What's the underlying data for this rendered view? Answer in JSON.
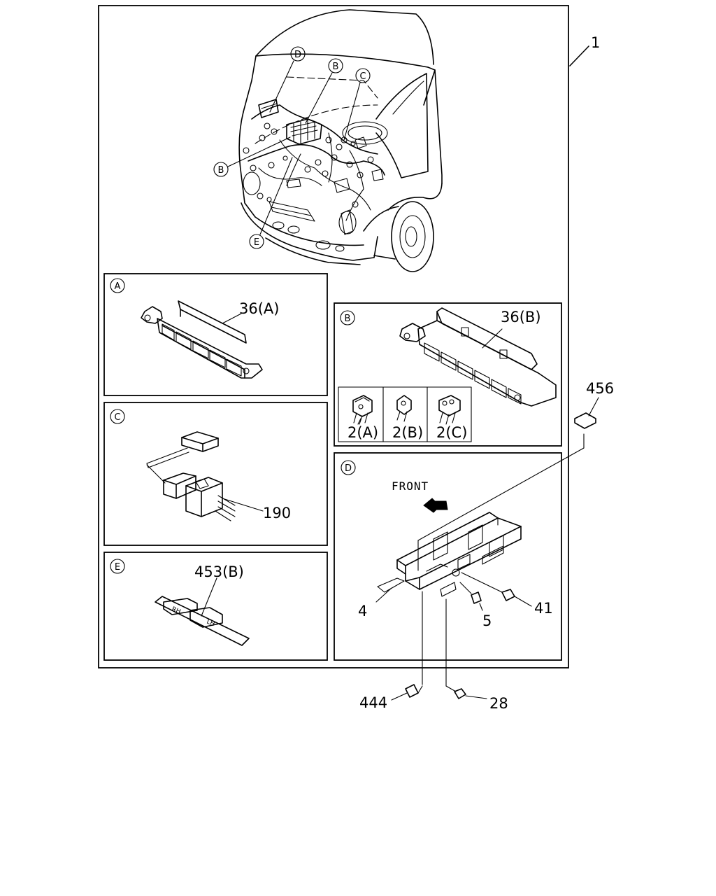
{
  "diagram": {
    "assembly_callout": "1",
    "overview_callouts": [
      "D",
      "B",
      "C",
      "B",
      "E"
    ],
    "panels": {
      "A": {
        "letter": "A",
        "part": "36(A)"
      },
      "B": {
        "letter": "B",
        "part": "36(B)",
        "sub_parts": [
          "2(A)",
          "2(B)",
          "2(C)"
        ]
      },
      "C": {
        "letter": "C",
        "part": "190"
      },
      "D": {
        "letter": "D",
        "direction": "FRONT",
        "parts": [
          "4",
          "5",
          "41"
        ]
      },
      "E": {
        "letter": "E",
        "part": "453(B)",
        "tape_text_left": "RH",
        "tape_text_right": "LH"
      }
    },
    "outside_parts": [
      "456",
      "444",
      "28"
    ]
  }
}
